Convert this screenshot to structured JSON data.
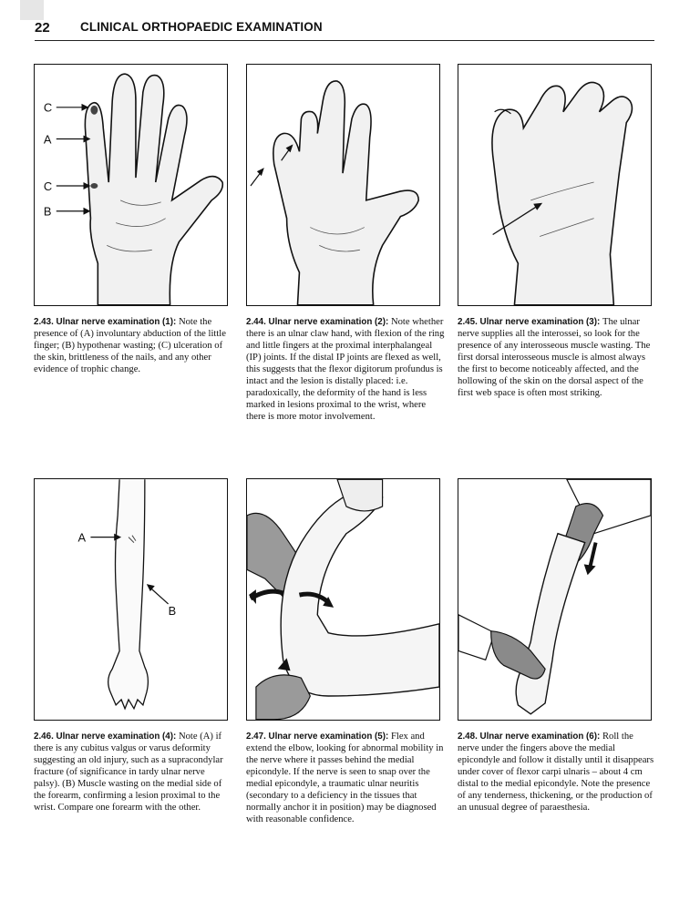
{
  "header": {
    "page_number": "22",
    "title": "CLINICAL ORTHOPAEDIC EXAMINATION"
  },
  "figures": [
    {
      "labels": [
        "C",
        "A",
        "C",
        "B"
      ],
      "caption_title": "2.43. Ulnar nerve examination (1):",
      "caption_text": "Note the presence of (A) involuntary abduction of the little finger; (B) hypothenar wasting; (C) ulceration of the skin, brittleness of the nails, and any other evidence of trophic change."
    },
    {
      "labels": [],
      "caption_title": "2.44. Ulnar nerve examination (2):",
      "caption_text": "Note whether there is an ulnar claw hand, with flexion of the ring and little fingers at the proximal interphalangeal (IP) joints. If the distal IP joints are flexed as well, this suggests that the flexor digitorum profundus is intact and the lesion is distally placed: i.e. paradoxically, the deformity of the hand is less marked in lesions proximal to the wrist, where there is more motor involvement."
    },
    {
      "labels": [],
      "caption_title": "2.45. Ulnar nerve examination (3):",
      "caption_text": "The ulnar nerve supplies all the interossei, so look for the presence of any interosseous muscle wasting. The first dorsal interosseous muscle is almost always the first to become noticeably affected, and the hollowing of the skin on the dorsal aspect of the first web space is often most striking."
    },
    {
      "labels": [
        "A",
        "B"
      ],
      "caption_title": "2.46. Ulnar nerve examination (4):",
      "caption_text": "Note (A) if there is any cubitus valgus or varus deformity suggesting an old injury, such as a supracondylar fracture (of significance in tardy ulnar nerve palsy). (B) Muscle wasting on the medial side of the forearm, confirming a lesion proximal to the wrist. Compare one forearm with the other."
    },
    {
      "labels": [],
      "caption_title": "2.47. Ulnar nerve examination (5):",
      "caption_text": "Flex and extend the elbow, looking for abnormal mobility in the nerve where it passes behind the medial epicondyle. If the nerve is seen to snap over the medial epicondyle, a traumatic ulnar neuritis (secondary to a deficiency in the tissues that normally anchor it in position) may be diagnosed with reasonable confidence."
    },
    {
      "labels": [],
      "caption_title": "2.48. Ulnar nerve examination (6):",
      "caption_text": "Roll the nerve under the fingers above the medial epicondyle and follow it distally until it disappears under cover of flexor carpi ulnaris – about 4 cm distal to the medial epicondyle. Note the presence of any tenderness, thickening, or the production of an unusual degree of paraesthesia."
    }
  ]
}
